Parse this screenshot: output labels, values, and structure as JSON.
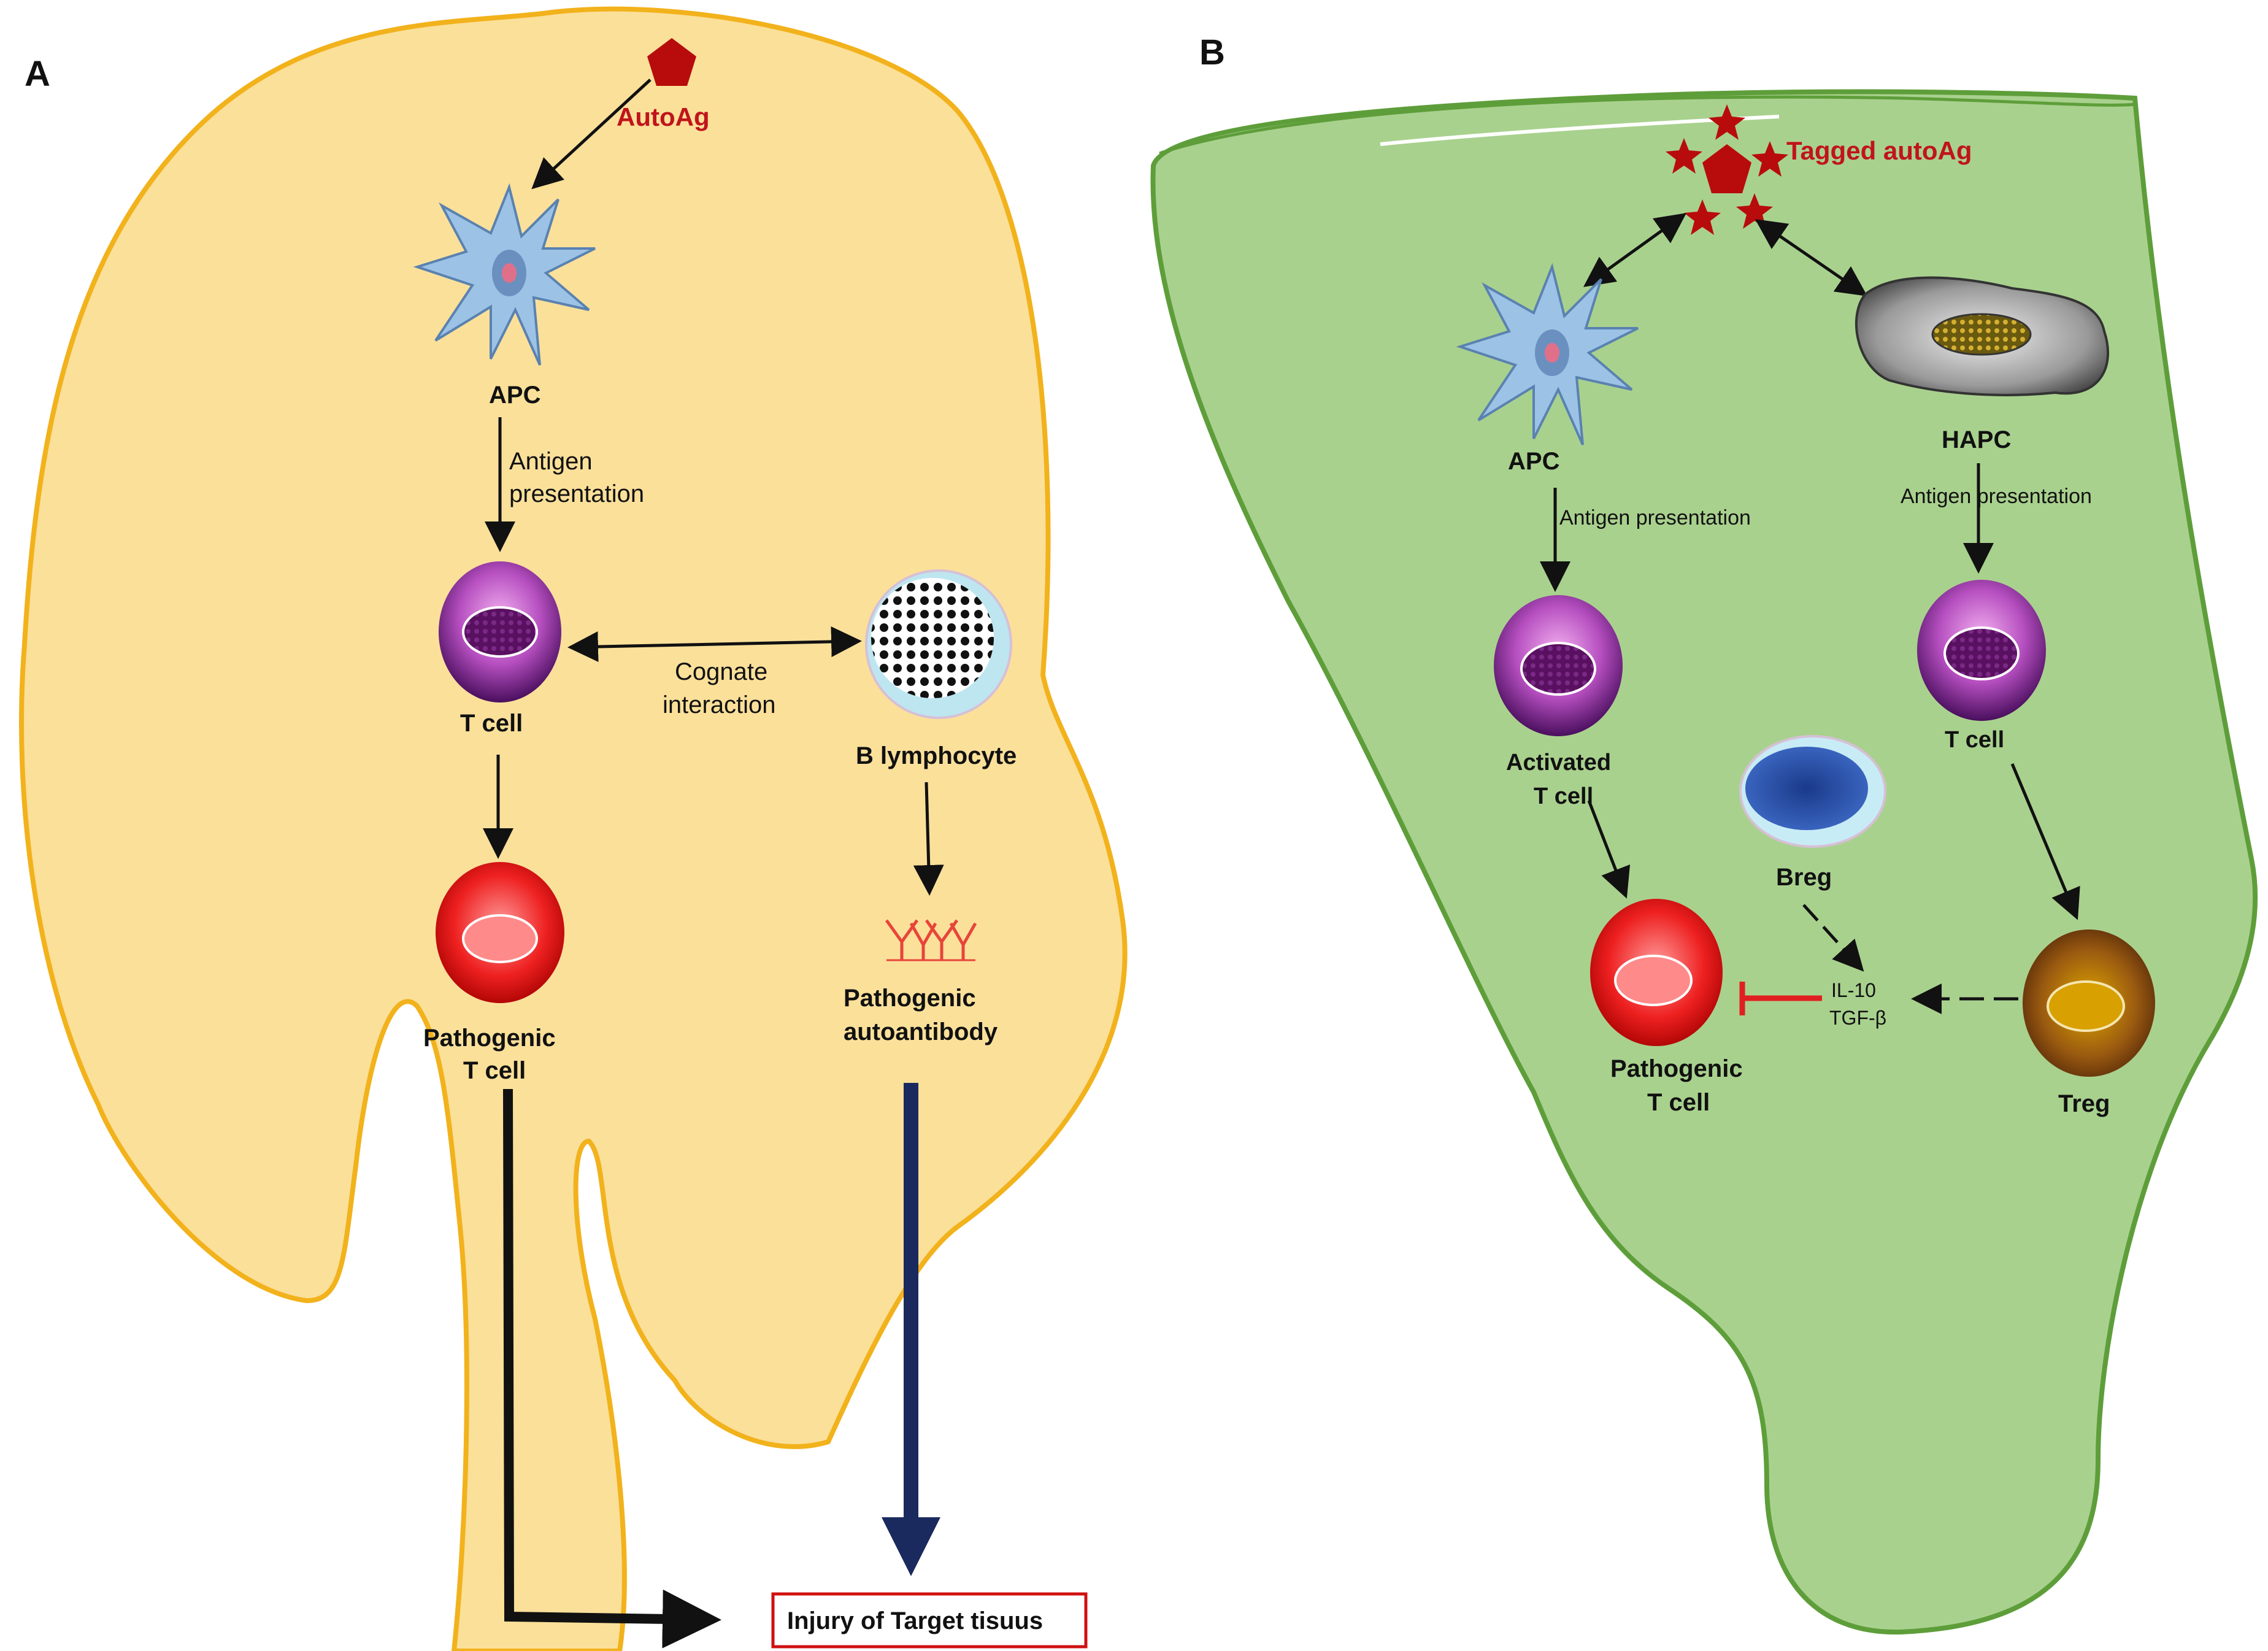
{
  "panel_a": {
    "letter": "A",
    "autoag": "AutoAg",
    "apc": "APC",
    "antigen_presentation": [
      "Antigen",
      "presentation"
    ],
    "t_cell": "T cell",
    "cognate": [
      "Cognate",
      "interaction"
    ],
    "b_lymphocyte": "B lymphocyte",
    "pathogenic_t": [
      "Pathogenic",
      "T  cell"
    ],
    "pathogenic_ab": [
      "Pathogenic",
      "autoantibody"
    ],
    "injury": "Injury of Target tisuus"
  },
  "panel_b": {
    "letter": "B",
    "tagged": "Tagged autoAg",
    "apc": "APC",
    "hapc": "HAPC",
    "antigen_presentation_left": "Antigen presentation",
    "antigen_presentation_right": "Antigen presentation",
    "activated_t": [
      "Activated",
      "T cell"
    ],
    "t_cell": "T cell",
    "breg": "Breg",
    "il10": "IL-10",
    "tgfb": "TGF-β",
    "pathogenic_t": [
      "Pathogenic",
      "T  cell"
    ],
    "treg": "Treg"
  },
  "colors": {
    "panel_a_fill": "#fbe09a",
    "panel_a_stroke": "#f2b21c",
    "panel_b_fill": "#a9d18e",
    "panel_b_stroke": "#5e9e3a",
    "label_red": "#c0141c",
    "antibody_arrow": "#1b2a5e"
  }
}
